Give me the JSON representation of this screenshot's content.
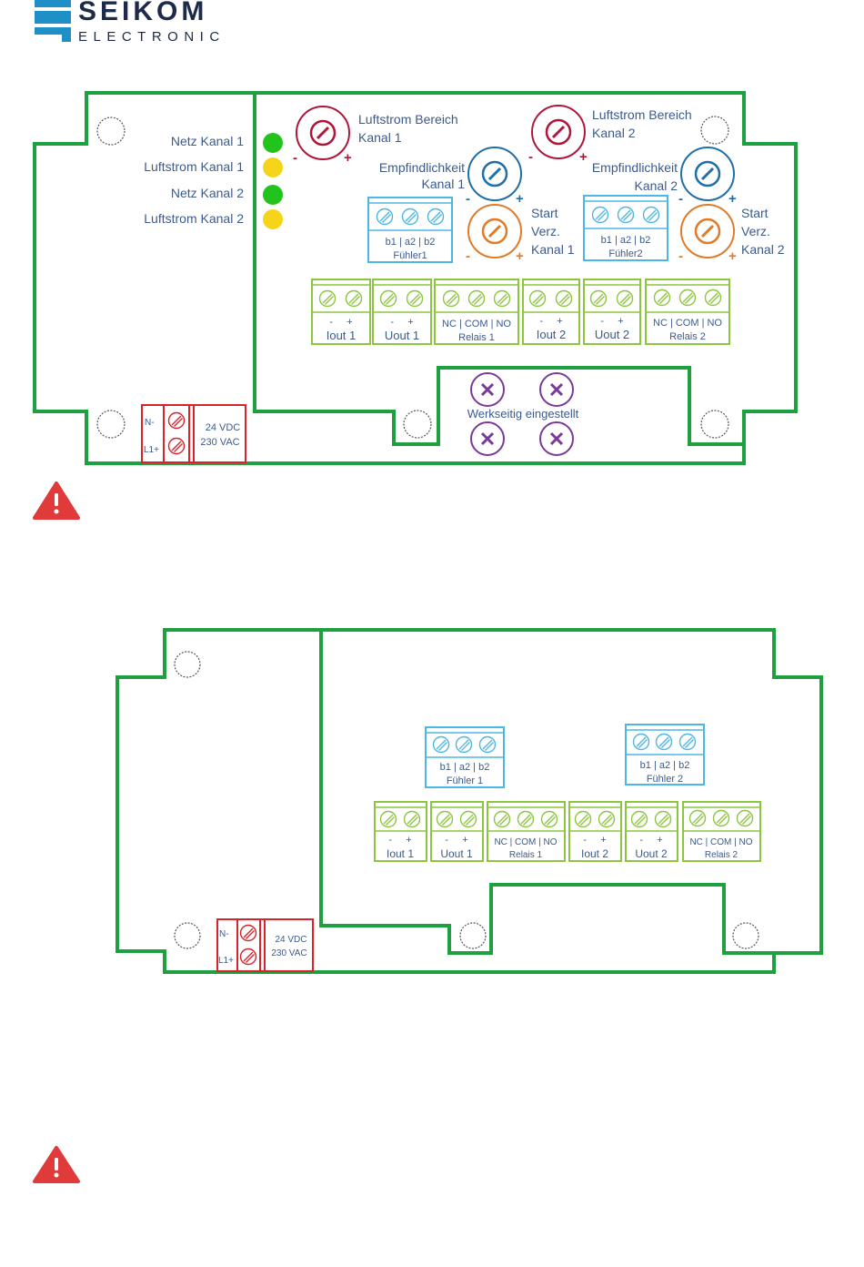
{
  "logo": {
    "brand_top": "SEIKOM",
    "brand_bottom": "ELECTRONIC"
  },
  "colors": {
    "board": "#1fa040",
    "terminal_green": "#8cc63f",
    "sensor_blue": "#4cb7e6",
    "power_red": "#d9222a",
    "pot_crimson": "#b0163a",
    "pot_blue": "#1f6fa8",
    "pot_orange": "#e07b2a",
    "screw_purple": "#7b3a98",
    "led_green": "#22c31d",
    "led_yellow": "#f5d419",
    "label_blue": "#3c5a8c",
    "warning_red": "#e03a3a"
  },
  "diagram1": {
    "leds": [
      {
        "label": "Netz Kanal 1",
        "color": "green"
      },
      {
        "label": "Luftstrom Kanal 1",
        "color": "yellow"
      },
      {
        "label": "Netz Kanal 2",
        "color": "green"
      },
      {
        "label": "Luftstrom Kanal 2",
        "color": "yellow"
      }
    ],
    "pots": {
      "luftstrom1": {
        "line1": "Luftstrom Bereich",
        "line2": "Kanal 1",
        "minus": "-",
        "plus": "+"
      },
      "luftstrom2": {
        "line1": "Luftstrom Bereich",
        "line2": "Kanal 2",
        "minus": "-",
        "plus": "+"
      },
      "empf1": {
        "line1": "Empfindlichkeit",
        "line2": "Kanal 1",
        "minus": "-",
        "plus": "+"
      },
      "empf2": {
        "line1": "Empfindlichkeit",
        "line2": "Kanal 2",
        "minus": "-",
        "plus": "+"
      },
      "start1": {
        "line1": "Start",
        "line2": "Verz.",
        "line3": "Kanal 1",
        "minus": "-",
        "plus": "+"
      },
      "start2": {
        "line1": "Start",
        "line2": "Verz.",
        "line3": "Kanal 2",
        "minus": "-",
        "plus": "+"
      }
    },
    "sensors": [
      {
        "pins": "b1 | a2 | b2",
        "name": "Fühler1"
      },
      {
        "pins": "b1 | a2 | b2",
        "name": "Fühler2"
      }
    ],
    "terminals": [
      {
        "pins": "-     +",
        "name": "Iout 1"
      },
      {
        "pins": "-     +",
        "name": "Uout 1"
      },
      {
        "pins": "NC | COM | NO",
        "name": "Relais 1"
      },
      {
        "pins": "-     +",
        "name": "Iout 2"
      },
      {
        "pins": "-     +",
        "name": "Uout 2"
      },
      {
        "pins": "NC | COM | NO",
        "name": "Relais 2"
      }
    ],
    "factory_label": "Werkseitig eingestellt",
    "power": {
      "n": "N-",
      "l": "L1+",
      "v1": "24 VDC",
      "v2": "230 VAC"
    }
  },
  "diagram2": {
    "sensors": [
      {
        "pins": "b1 | a2 | b2",
        "name": "Fühler 1"
      },
      {
        "pins": "b1 | a2 | b2",
        "name": "Fühler 2"
      }
    ],
    "terminals": [
      {
        "pins": "-     +",
        "name": "Iout 1"
      },
      {
        "pins": "-     +",
        "name": "Uout 1"
      },
      {
        "pins": "NC | COM | NO",
        "name": "Relais 1"
      },
      {
        "pins": "-     +",
        "name": "Iout 2"
      },
      {
        "pins": "-     +",
        "name": "Uout 2"
      },
      {
        "pins": "NC | COM | NO",
        "name": "Relais 2"
      }
    ],
    "power": {
      "n": "N-",
      "l": "L1+",
      "v1": "24 VDC",
      "v2": "230 VAC"
    }
  }
}
